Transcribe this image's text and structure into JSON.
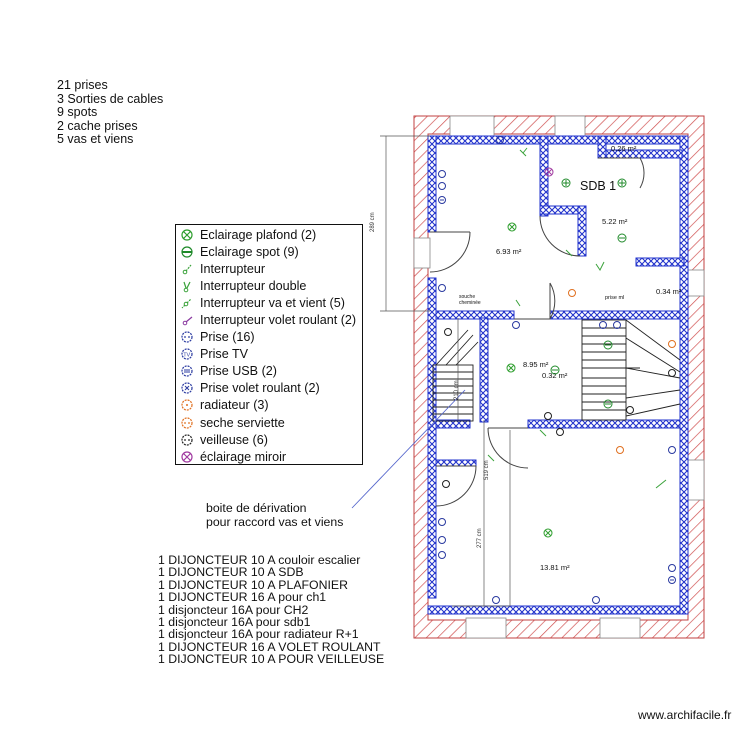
{
  "summary": [
    "21 prises",
    "3 Sorties de cables",
    "9 spots",
    "2 cache prises",
    "5 vas et viens"
  ],
  "legend": [
    {
      "label": "Eclairage plafond (2)",
      "icon": "ceiling-light-icon",
      "color": "#2e9e2e"
    },
    {
      "label": "Eclairage spot (9)",
      "icon": "spot-light-icon",
      "color": "#1f8a2a"
    },
    {
      "label": "Interrupteur",
      "icon": "switch-icon",
      "color": "#3aa23a"
    },
    {
      "label": "Interrupteur double",
      "icon": "double-switch-icon",
      "color": "#3aa23a"
    },
    {
      "label": "Interrupteur va et vient (5)",
      "icon": "two-way-switch-icon",
      "color": "#3aa23a"
    },
    {
      "label": "Interrupteur volet roulant (2)",
      "icon": "shutter-switch-icon",
      "color": "#8a3aa0"
    },
    {
      "label": "Prise (16)",
      "icon": "socket-icon",
      "color": "#2a3aa0"
    },
    {
      "label": "Prise TV",
      "icon": "tv-socket-icon",
      "color": "#2a3aa0"
    },
    {
      "label": "Prise USB (2)",
      "icon": "usb-socket-icon",
      "color": "#2a3aa0"
    },
    {
      "label": "Prise volet roulant (2)",
      "icon": "shutter-socket-icon",
      "color": "#2a3aa0"
    },
    {
      "label": "radiateur  (3)",
      "icon": "radiator-icon",
      "color": "#e07020"
    },
    {
      "label": "seche serviette",
      "icon": "towel-dryer-icon",
      "color": "#e07020"
    },
    {
      "label": "veilleuse (6)",
      "icon": "night-light-icon",
      "color": "#222222"
    },
    {
      "label": "éclairage miroir",
      "icon": "mirror-light-icon",
      "color": "#a03aa0"
    }
  ],
  "note": [
    "boite de dérivation",
    "pour raccord vas et viens"
  ],
  "breakers": [
    "1 DIJONCTEUR 10 A couloir escalier",
    "1 DIJONCTEUR 10 A  SDB",
    "1 DIJONCTEUR 10 A PLAFONIER",
    "1 DIJONCTEUR 16 A pour ch1",
    "1 disjoncteur 16A pour CH2",
    "1 disjoncteur 16A pour sdb1",
    "1 disjoncteur 16A pour radiateur R+1",
    "1 DIJONCTEUR 16 A VOLET ROULANT",
    "1 DIJONCTEUR 10 A POUR VEILLEUSE"
  ],
  "rooms": {
    "sdb_title": "SDB 1",
    "room_693": "6.93 m²",
    "room_522": "5.22 m²",
    "room_026": "0.26 m²",
    "room_034": "0.34 m²",
    "room_895": "8.95 m²",
    "room_032": "0.32 m²",
    "room_1381": "13.81 m²",
    "souche_1": "souche",
    "souche_2": "cheminée",
    "prise_ml": "prise ml"
  },
  "dimensions": {
    "d289": "289 cm",
    "d210": "210 cm",
    "d519": "519 cm",
    "d277": "277 cm"
  },
  "credit": "www.archifacile.fr",
  "colors": {
    "wall_blue": "#2233cc",
    "wall_hatch": "#cc4444",
    "green": "#2e9e2e",
    "socket": "#2a3aa0",
    "radiator": "#e07020"
  }
}
